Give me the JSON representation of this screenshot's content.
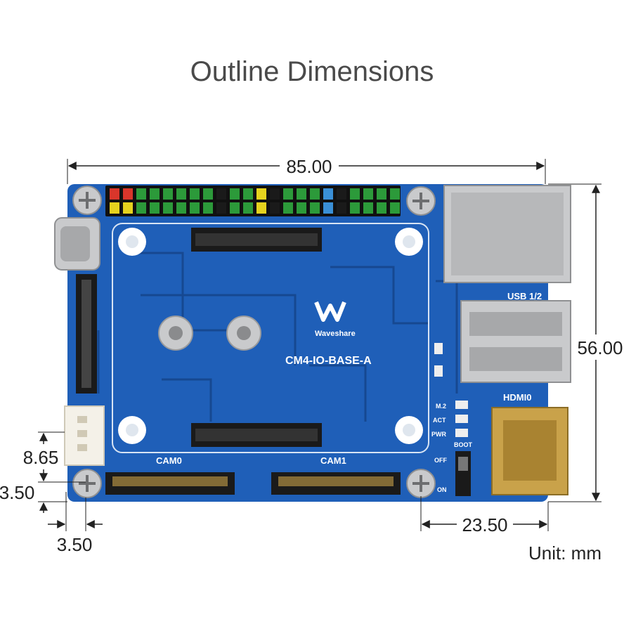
{
  "title": "Outline Dimensions",
  "unit_label": "Unit: mm",
  "dimensions": {
    "width": "85.00",
    "height": "56.00",
    "hole_offset_right": "23.50",
    "connector_height": "8.65",
    "hole_offset_bottom": "3.50",
    "hole_offset_left": "3.50"
  },
  "board": {
    "name": "CM4-IO-BASE-A",
    "brand": "Waveshare",
    "labels": {
      "usb": "USB 1/2",
      "hdmi": "HDMI0",
      "cam0": "CAM0",
      "cam1": "CAM1",
      "m2": "M.2",
      "act": "ACT",
      "pwr": "PWR",
      "boot": "BOOT",
      "off": "OFF",
      "on": "ON"
    }
  },
  "colors": {
    "pcb": "#1f5fb8",
    "pcb_dark": "#16468d",
    "outline": "#d8e4f4",
    "metal": "#c9cacc",
    "gold": "#c9a24a"
  },
  "gpio_pin_colors": [
    "#d9362b",
    "#d9362b",
    "#2c9a3a",
    "#2c9a3a",
    "#2c9a3a",
    "#2c9a3a",
    "#2c9a3a",
    "#2c9a3a",
    "#1a1a1a",
    "#2c9a3a",
    "#2c9a3a",
    "#e5d21e",
    "#1a1a1a",
    "#2c9a3a",
    "#2c9a3a",
    "#2c9a3a",
    "#3a8fd6",
    "#1a1a1a",
    "#2c9a3a",
    "#2c9a3a",
    "#2c9a3a",
    "#2c9a3a"
  ]
}
